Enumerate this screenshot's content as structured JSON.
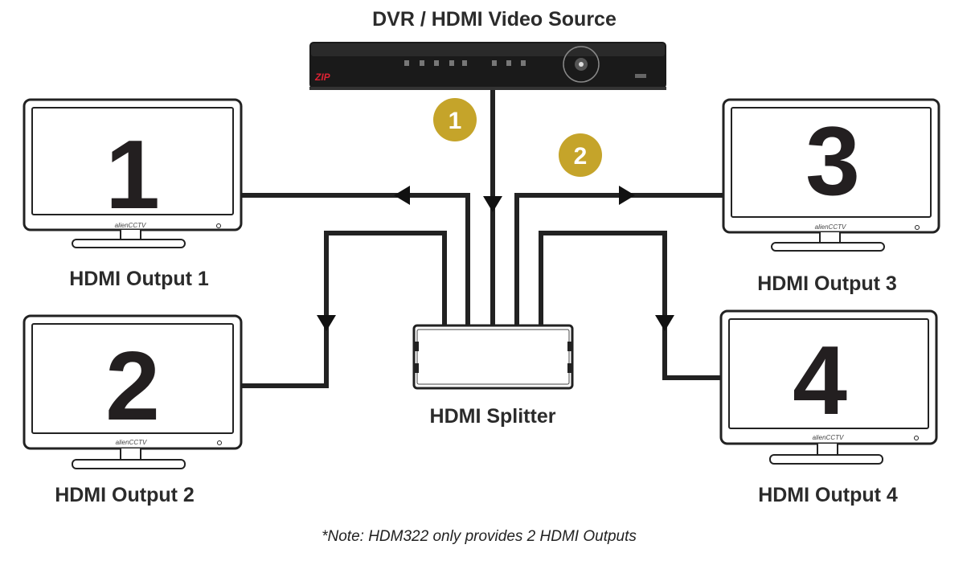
{
  "source": {
    "label": "DVR / HDMI Video Source",
    "logo_text": "ZIP"
  },
  "splitter": {
    "label": "HDMI Splitter"
  },
  "steps": [
    {
      "number": "1"
    },
    {
      "number": "2"
    }
  ],
  "monitors": [
    {
      "number": "1",
      "brand": "alienCCTV",
      "label": "HDMI Output 1"
    },
    {
      "number": "2",
      "brand": "alienCCTV",
      "label": "HDMI Output 2"
    },
    {
      "number": "3",
      "brand": "alienCCTV",
      "label": "HDMI Output 3"
    },
    {
      "number": "4",
      "brand": "alienCCTV",
      "label": "HDMI Output 4"
    }
  ],
  "note": "*Note: HDM322 only provides 2 HDMI Outputs",
  "colors": {
    "badge": "#c5a42a",
    "cable": "#222222",
    "device": "#1a1a1a"
  }
}
